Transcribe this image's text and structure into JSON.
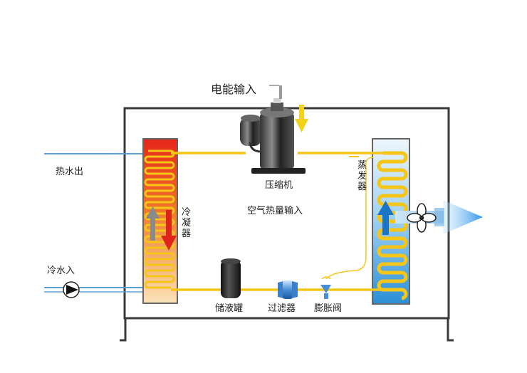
{
  "labels": {
    "power_input": "电能输入",
    "compressor": "压缩机",
    "hot_water_out": "热水出",
    "cold_water_in": "冷水入",
    "condenser": "冷凝器",
    "evaporator": "蒸发器",
    "air_heat_input": "空气热量输入",
    "receiver": "储液罐",
    "filter": "过滤器",
    "expansion_valve": "膨胀阀"
  },
  "colors": {
    "frame": "#3a3a3a",
    "pipe": "#f5c518",
    "water_pipe": "#5a9fd4",
    "condenser_hot": "#e8321e",
    "evaporator_cool": "#2a8fd6",
    "arrow_red": "#e0231b",
    "arrow_blue": "#1c74c4",
    "arrow_gray": "#8a8a8a",
    "arrow_yellow": "#f3d21a",
    "air_blue": "#3fa9f5"
  },
  "icons": [
    "fan-icon",
    "pump-icon",
    "compressor-icon",
    "receiver-tank-icon",
    "filter-icon",
    "expansion-valve-icon"
  ]
}
